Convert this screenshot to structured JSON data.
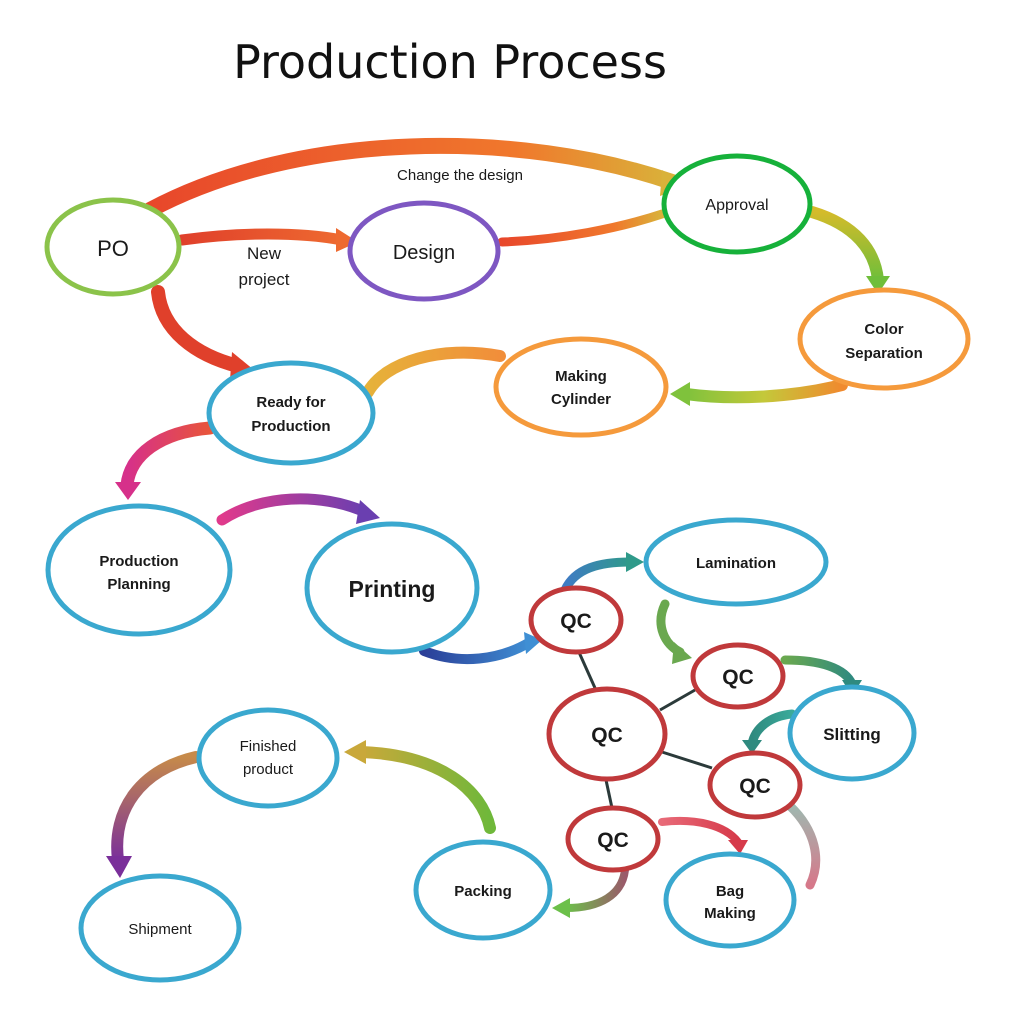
{
  "title": "Production Process",
  "colors": {
    "po": "#8bc34a",
    "design": "#7e57c2",
    "approval": "#16b13a",
    "orange_step": "#f59a3c",
    "blue_step": "#3aa8cf",
    "qc": "#c0393b",
    "connector": "#2b3a3a"
  },
  "nodes": {
    "po": "PO",
    "design": "Design",
    "approval": "Approval",
    "color_sep_1": "Color",
    "color_sep_2": "Separation",
    "making_cyl_1": "Making",
    "making_cyl_2": "Cylinder",
    "ready_1": "Ready for",
    "ready_2": "Production",
    "prod_plan_1": "Production",
    "prod_plan_2": "Planning",
    "printing": "Printing",
    "lamination": "Lamination",
    "slitting": "Slitting",
    "bag_making_1": "Bag",
    "bag_making_2": "Making",
    "packing": "Packing",
    "finished_1": "Finished",
    "finished_2": "product",
    "shipment": "Shipment",
    "qc": "QC"
  },
  "labels": {
    "change_design": "Change the design",
    "new_project_1": "New",
    "new_project_2": "project"
  }
}
